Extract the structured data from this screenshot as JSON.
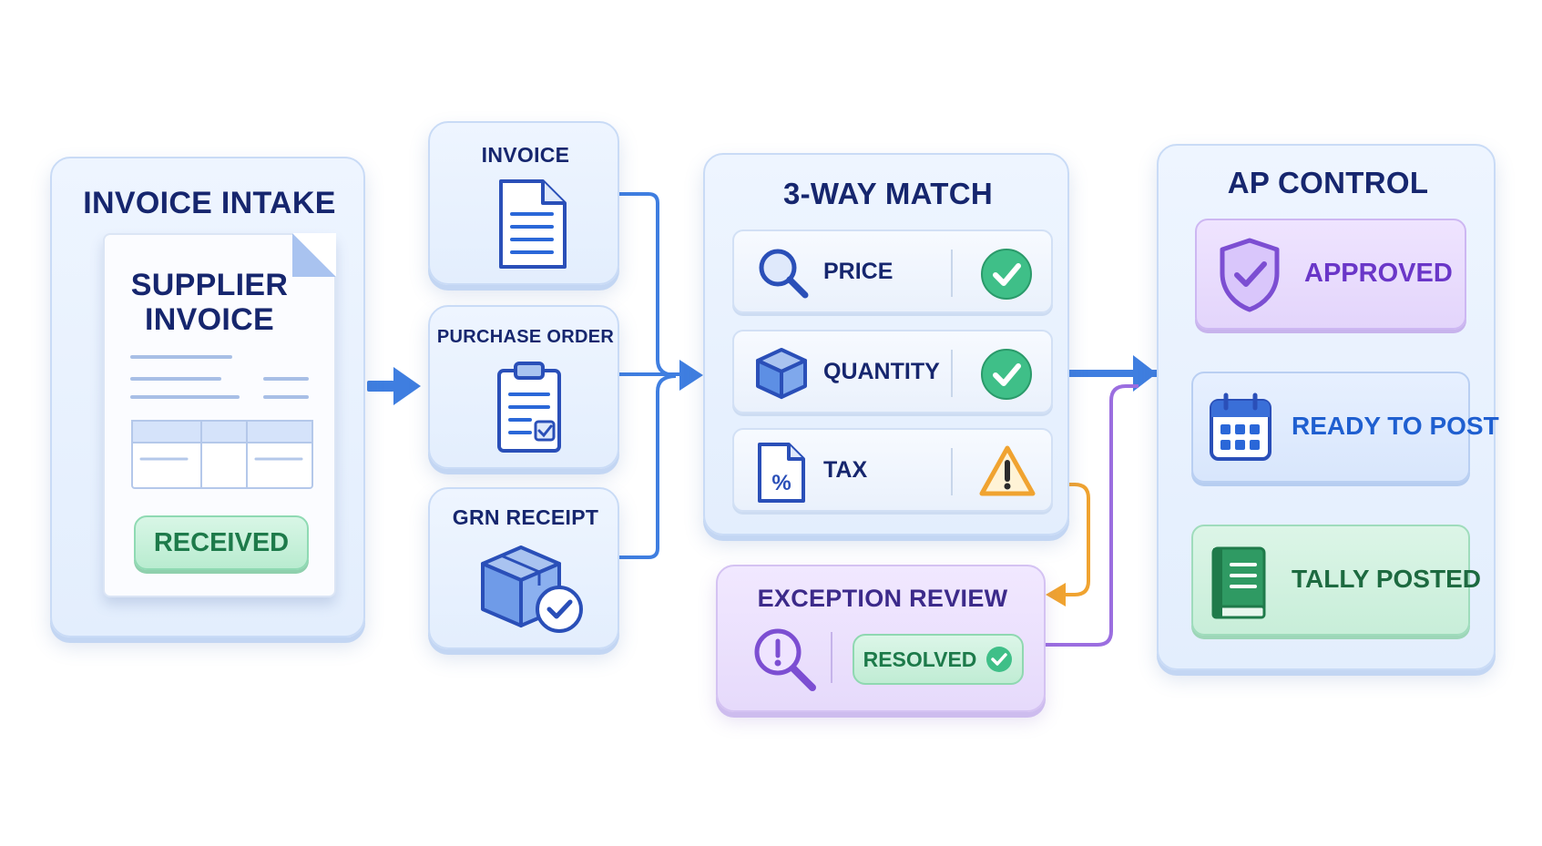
{
  "intake": {
    "title": "INVOICE INTAKE",
    "doc_title_line1": "SUPPLIER",
    "doc_title_line2": "INVOICE",
    "status": "RECEIVED"
  },
  "documents": [
    {
      "label": "INVOICE",
      "icon": "document-icon"
    },
    {
      "label": "PURCHASE ORDER",
      "icon": "clipboard-icon"
    },
    {
      "label": "GRN RECEIPT",
      "icon": "package-check-icon"
    }
  ],
  "match": {
    "title": "3-WAY MATCH",
    "checks": [
      {
        "label": "PRICE",
        "icon": "magnifier-icon",
        "status": "check"
      },
      {
        "label": "QUANTITY",
        "icon": "box-icon",
        "status": "check"
      },
      {
        "label": "TAX",
        "icon": "percent-doc-icon",
        "status": "warning"
      }
    ]
  },
  "exception": {
    "title": "EXCEPTION REVIEW",
    "status": "RESOLVED"
  },
  "ap_control": {
    "title": "AP CONTROL",
    "steps": [
      {
        "label": "APPROVED",
        "icon": "shield-check-icon"
      },
      {
        "label": "READY TO POST",
        "icon": "calendar-icon"
      },
      {
        "label": "TALLY POSTED",
        "icon": "ledger-book-icon"
      }
    ]
  },
  "colors": {
    "navy": "#16266e",
    "blue_arrow": "#3f7ee0",
    "green": "#2fb57a",
    "orange": "#f0a330",
    "purple": "#9b6ee0"
  }
}
